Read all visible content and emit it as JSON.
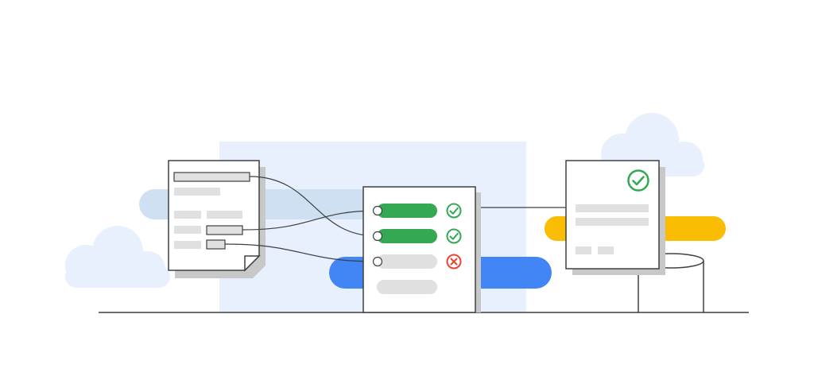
{
  "colors": {
    "background": "#ffffff",
    "cloud": "#e8f0fe",
    "light_panel": "#e8f0fe",
    "light_bar": "#cfe0f3",
    "blue_bar": "#4285f4",
    "yellow_bar": "#fbbc04",
    "green": "#34a853",
    "red": "#ea4335",
    "placeholder_gray": "#e0e0e0",
    "shadow_gray": "#c8c8c8",
    "outline": "#3c4043"
  },
  "source_document": {
    "icon": "document-page-icon",
    "field_lines": 7,
    "linked_fields": 3
  },
  "validator_card": {
    "rows": [
      {
        "state": "pass",
        "icon": "check-circle-icon"
      },
      {
        "state": "pass",
        "icon": "check-circle-icon"
      },
      {
        "state": "fail",
        "icon": "x-circle-icon"
      },
      {
        "state": "empty",
        "icon": ""
      }
    ]
  },
  "result_document": {
    "icon": "check-circle-icon",
    "status": "validated"
  },
  "decorations": [
    "cloud-icon",
    "cloud-icon",
    "database-cylinder-icon"
  ]
}
